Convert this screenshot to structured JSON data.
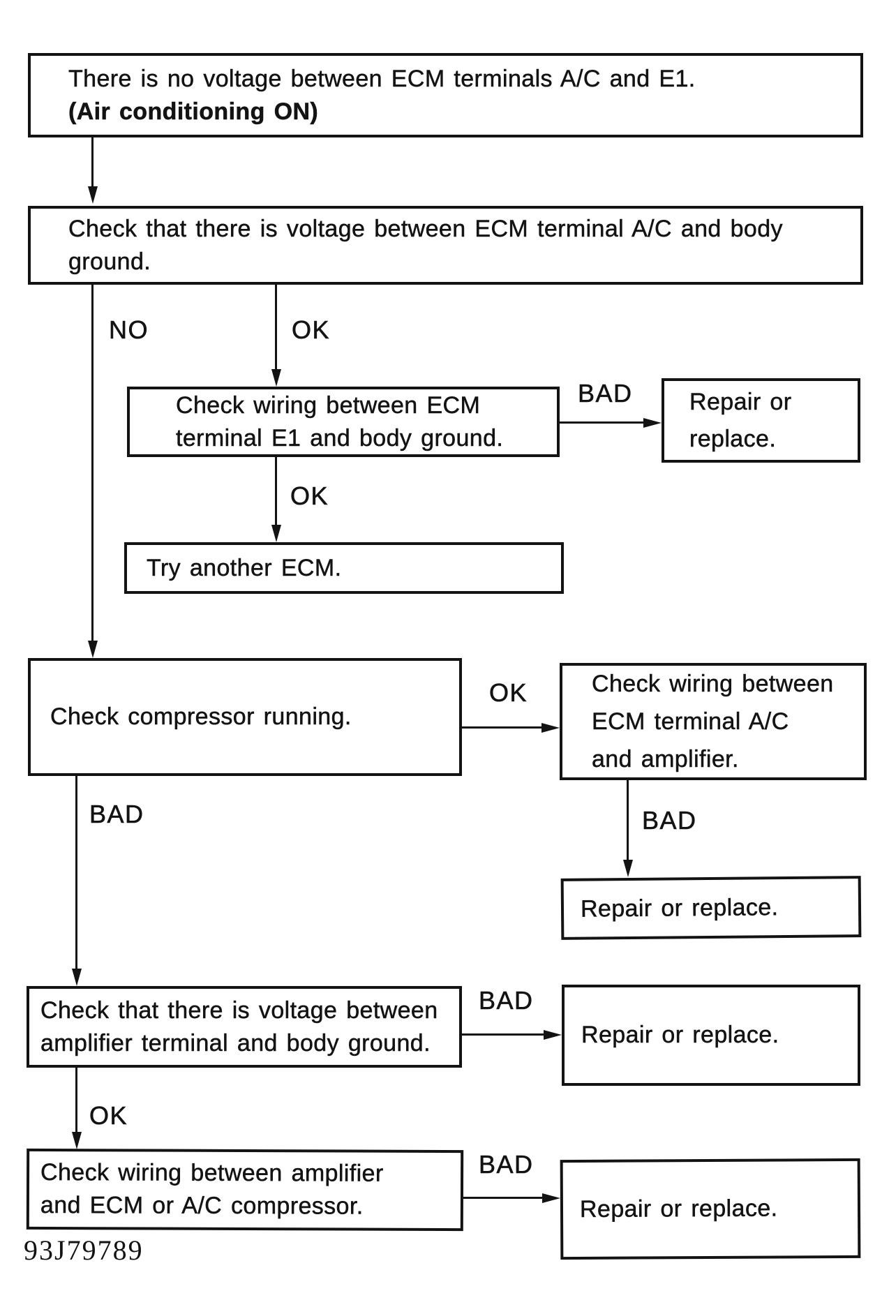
{
  "diagram": {
    "figure_code": "93J79789",
    "colors": {
      "ink": "#131313",
      "paper": "#ffffff"
    },
    "edge_labels": {
      "no": "NO",
      "ok": "OK",
      "bad": "BAD"
    },
    "nodes": {
      "start": {
        "line1": "There is no voltage between ECM terminals A/C and E1.",
        "line2": "(Air conditioning ON)"
      },
      "check_voltage_ecm": {
        "line1": "Check that there is voltage between ECM terminal A/C and body",
        "line2": "ground."
      },
      "check_wiring_e1": {
        "line1": "Check wiring between ECM",
        "line2": "terminal E1 and body ground."
      },
      "repair_1": {
        "line1": "Repair or",
        "line2": "replace."
      },
      "try_ecm": {
        "text": "Try another ECM."
      },
      "check_compressor": {
        "text": "Check compressor running."
      },
      "check_wiring_amplifier": {
        "line1": "Check wiring between",
        "line2": "ECM terminal A/C",
        "line3": "and amplifier."
      },
      "repair_2": {
        "text": "Repair or replace."
      },
      "check_voltage_amplifier": {
        "line1": "Check that there is voltage between",
        "line2": "amplifier terminal and body ground."
      },
      "repair_3": {
        "text": "Repair or replace."
      },
      "check_wiring_compressor": {
        "line1": "Check wiring between amplifier",
        "line2": "and ECM or A/C compressor."
      },
      "repair_4": {
        "text": "Repair or replace."
      }
    }
  }
}
